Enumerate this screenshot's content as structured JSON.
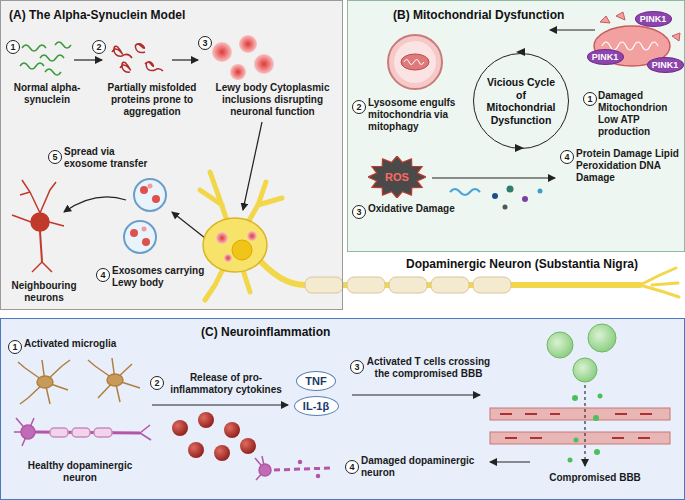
{
  "diagram": {
    "nodes": [
      {
        "text": [
          "(A) The Alpha-Synuclein Model"
        ]
      },
      {
        "text": [
          "(B) Mitochondrial Dysfunction"
        ]
      },
      {
        "text": [
          "Vicious Cycle of Mitochondrial Dysfunction"
        ],
        "in": 1
      },
      {
        "text": [
          "PINK1"
        ],
        "in": 1
      },
      {
        "text": [
          "PINK1"
        ],
        "in": 1
      },
      {
        "text": [
          "PINK1"
        ],
        "in": 1
      },
      {
        "text": [
          "ROS"
        ],
        "in": 1
      },
      {
        "text": [
          "(C) Neuroinflammation"
        ]
      },
      {
        "text": [
          "TNF"
        ],
        "in": 7
      },
      {
        "text": [
          "IL-1β"
        ],
        "in": 7
      }
    ],
    "labels": [
      "1",
      "Normal alpha-synuclein",
      "2",
      "Partially misfolded proteins prone to aggregation",
      "3",
      "Lewy body Cytoplasmic inclusions disrupting neuronal function",
      "5",
      "Spread via exosome transfer",
      "4",
      "Exosomes carrying Lewy body",
      "Neighbouring neurons",
      "1",
      "Damaged Mitochondrion Low ATP production",
      "2",
      "Lysosome engulfs mitochondria via mitophagy",
      "3",
      "Oxidative Damage",
      "4",
      "Protein Damage Lipid Peroxidation DNA Damage",
      "Dopaminergic Neuron (Substantia Nigra)",
      "1",
      "Activated microglia",
      "Healthy dopaminergic neuron",
      "2",
      "Release of pro-inflammatory cytokines",
      "3",
      "Activated T cells crossing the compromised BBB",
      "Compromised BBB",
      "4",
      "Damaged dopaminergic neuron"
    ]
  }
}
